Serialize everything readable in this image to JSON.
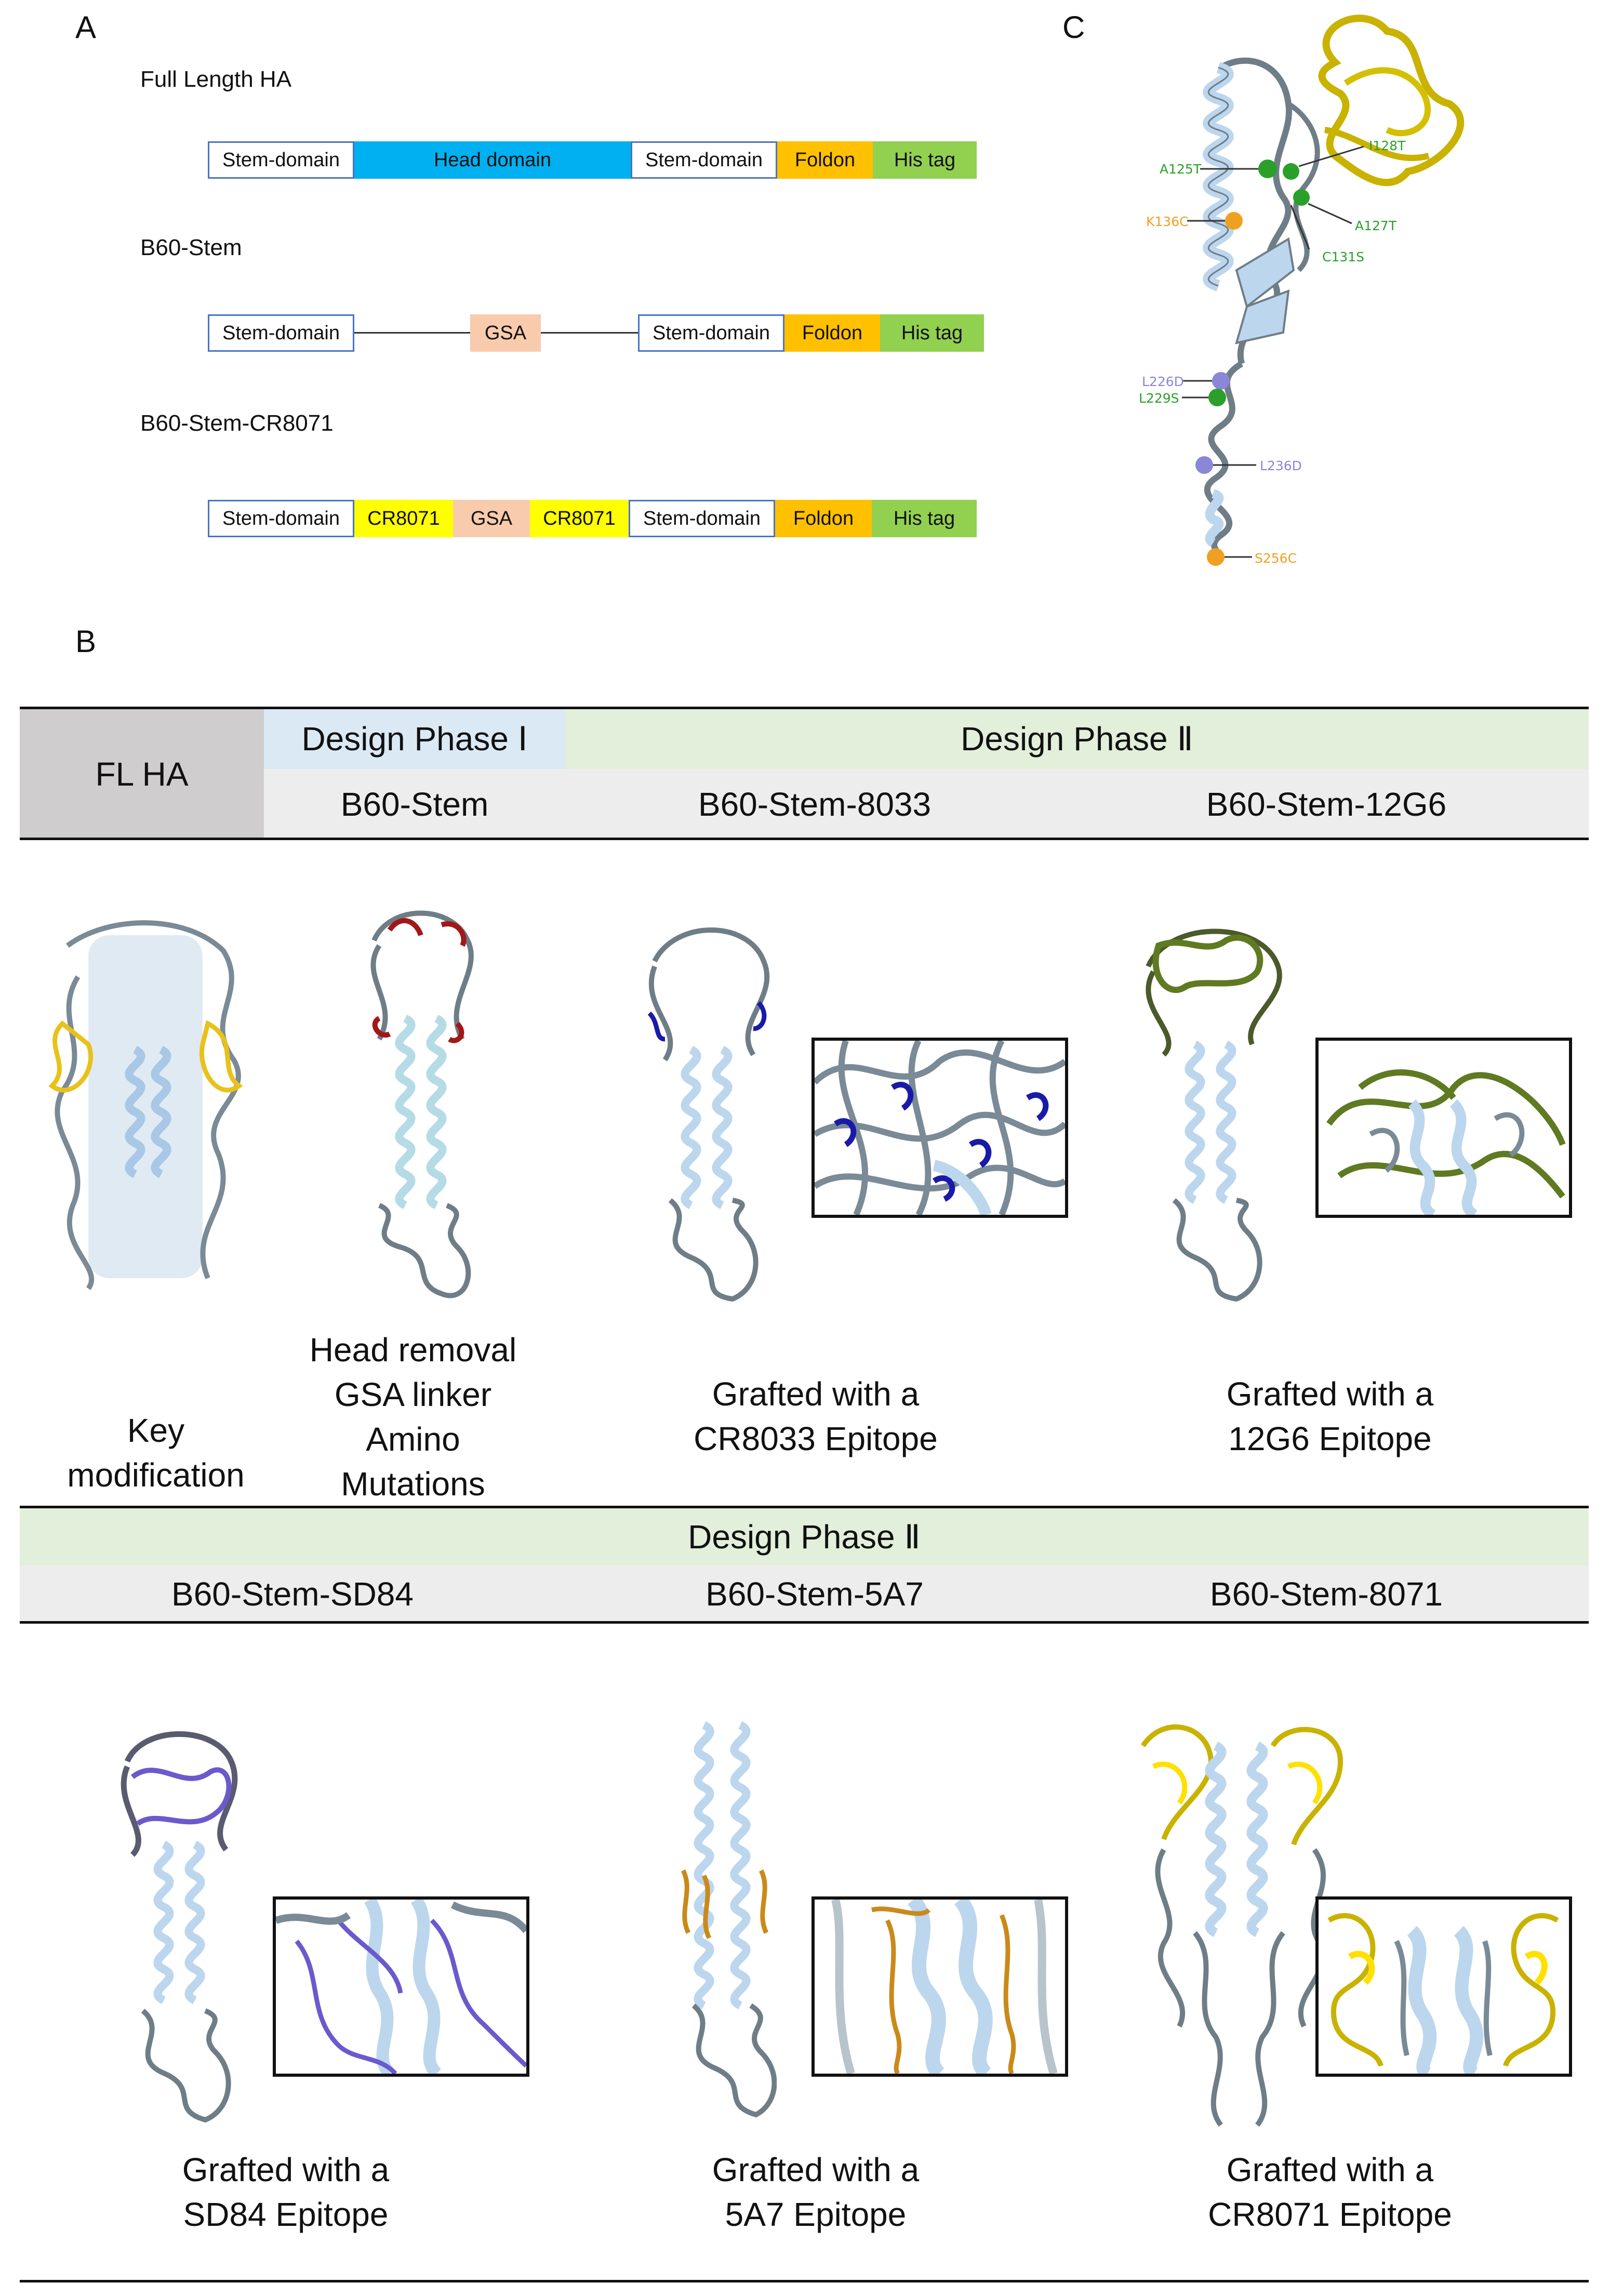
{
  "panels": {
    "a": "A",
    "b": "B",
    "c": "C"
  },
  "panel_a": {
    "constructs": [
      {
        "title": "Full Length HA",
        "segments": [
          "Stem-domain",
          "Head domain",
          "Stem-domain",
          "Foldon",
          "His tag"
        ]
      },
      {
        "title": "B60-Stem",
        "segments": [
          "Stem-domain",
          "GSA",
          "Stem-domain",
          "Foldon",
          "His tag"
        ]
      },
      {
        "title": "B60-Stem-CR8071",
        "segments": [
          "Stem-domain",
          "CR8071",
          "GSA",
          "CR8071",
          "Stem-domain",
          "Foldon",
          "His tag"
        ]
      }
    ]
  },
  "panel_c": {
    "mutations": [
      "I128T",
      "A125T",
      "A127T",
      "K136C",
      "C131S",
      "L226D",
      "L229S",
      "L236D",
      "S256C"
    ]
  },
  "panel_b": {
    "row1": {
      "fl_ha": "FL HA",
      "phase1": "Design Phase Ⅰ",
      "phase2": "Design Phase Ⅱ",
      "names": [
        "B60-Stem",
        "B60-Stem-8033",
        "B60-Stem-12G6"
      ],
      "row_label": [
        "Key",
        "modification"
      ],
      "captions": [
        [
          "Head removal",
          "GSA linker",
          "Amino",
          "Mutations"
        ],
        [
          "Grafted with a",
          "CR8033 Epitope"
        ],
        [
          "Grafted with a",
          "12G6 Epitope"
        ]
      ]
    },
    "row2": {
      "phase2": "Design Phase Ⅱ",
      "names": [
        "B60-Stem-SD84",
        "B60-Stem-5A7",
        "B60-Stem-8071"
      ],
      "captions": [
        [
          "Grafted with a",
          "SD84 Epitope"
        ],
        [
          "Grafted with a",
          "5A7 Epitope"
        ],
        [
          "Grafted with a",
          "CR8071 Epitope"
        ]
      ]
    }
  },
  "colors": {
    "head": "#00b0f0",
    "foldon": "#ffc000",
    "his": "#92d050",
    "gsa": "#f8cbad",
    "cr8071": "#ffff00",
    "stem_outline": "#4a74c4",
    "phase1_bg": "#dbe9f5",
    "phase2_bg": "#e2efda",
    "flha_bg": "#cfcdcd",
    "names_bg": "#ededed",
    "helix": "#bcd6ee",
    "coil": "#6f7d87",
    "cr8033": "#1a1aa8",
    "g12g6": "#5f7a21",
    "sd84": "#6a5acd",
    "a5a7": "#c98a1a",
    "cr8071_epi": "#c9b200",
    "mut_green": "#2aa02a",
    "mut_orange": "#f0a020",
    "mut_purple": "#8a86d8",
    "red_mut": "#a01818"
  }
}
